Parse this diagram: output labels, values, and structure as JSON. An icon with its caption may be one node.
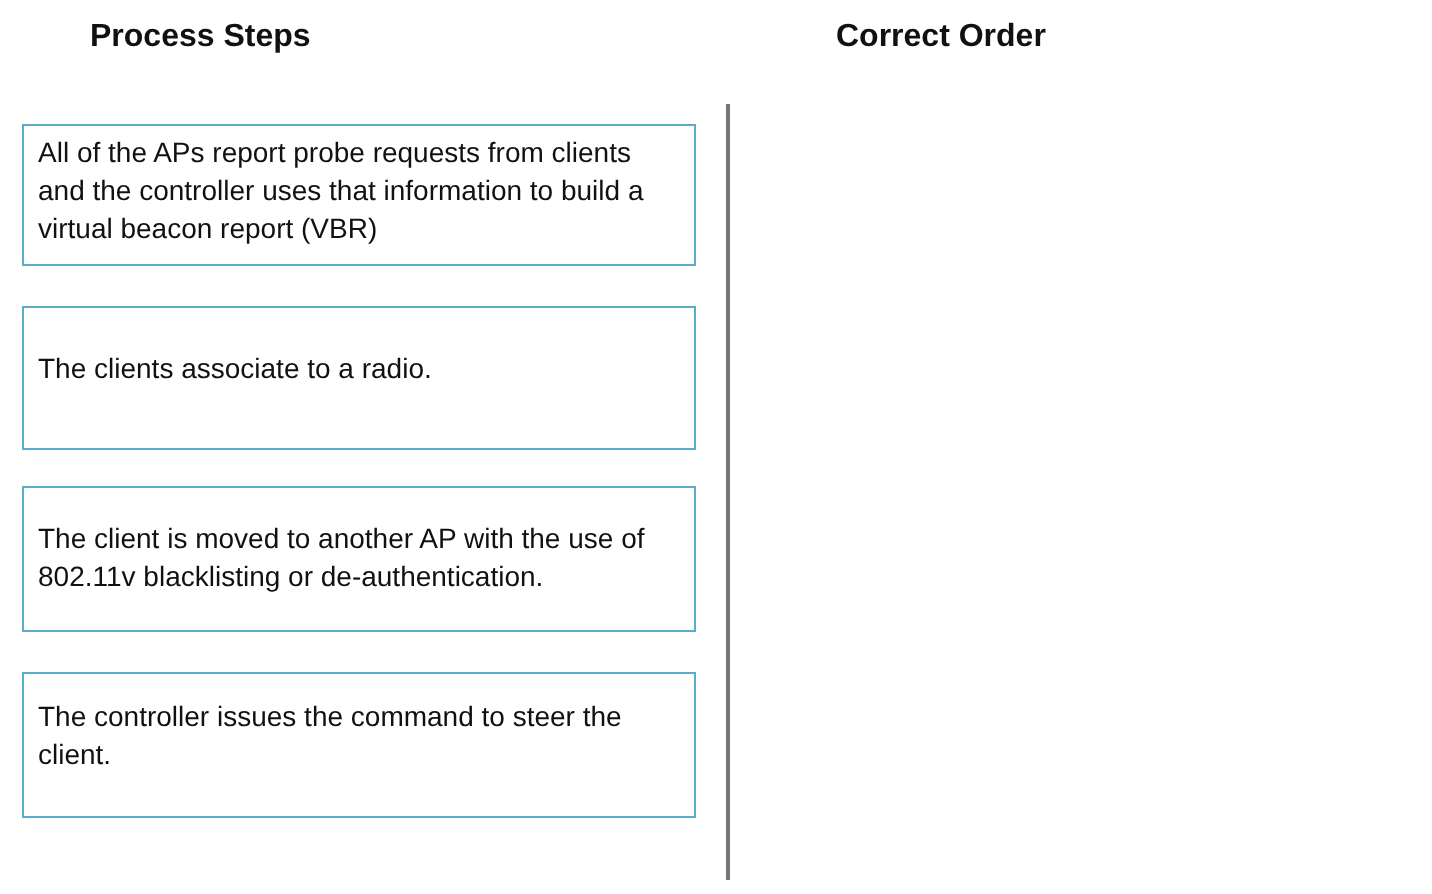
{
  "diagram": {
    "nodes": [
      {
        "text": [
          "All of the APs report probe requests from clients and the controller uses that information to build a virtual beacon report (VBR)"
        ]
      },
      {
        "text": [
          "The clients associate to a radio."
        ]
      },
      {
        "text": [
          "The client is moved to another AP with the use of 802.11v blacklisting or de-authentication."
        ]
      },
      {
        "text": [
          "The controller issues the command to steer the client."
        ]
      }
    ],
    "labels": [
      "Process Steps",
      "Correct Order"
    ]
  }
}
